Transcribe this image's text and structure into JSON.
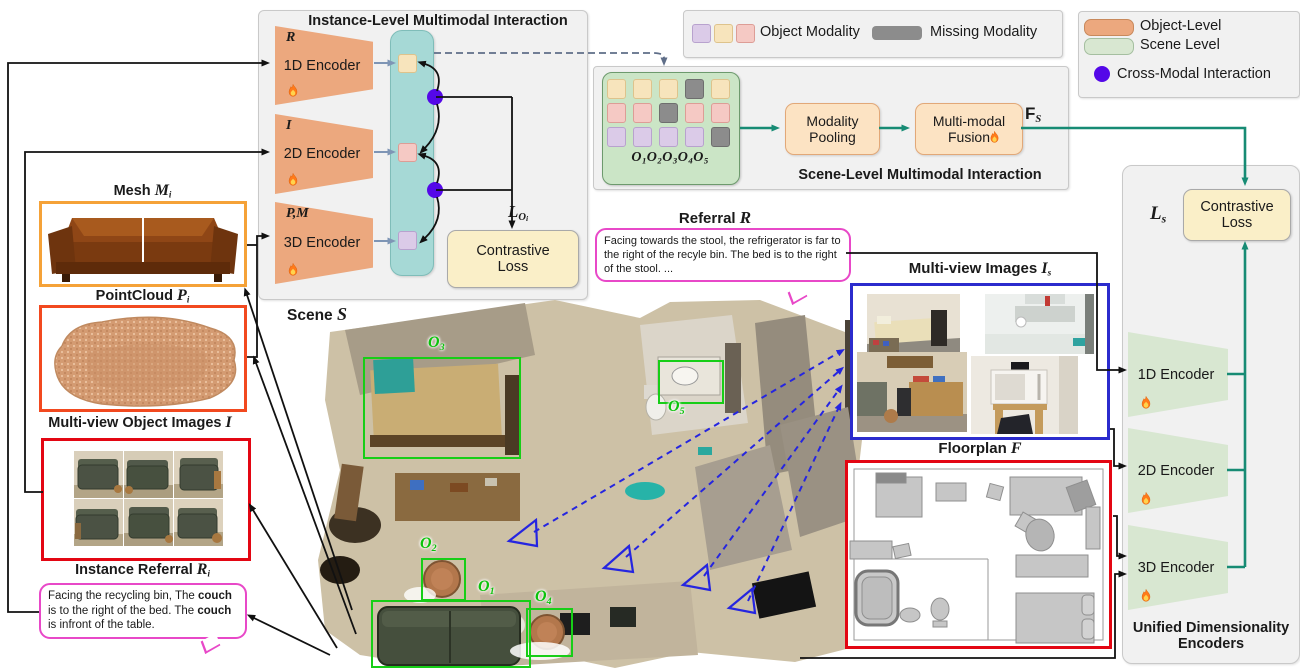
{
  "colors": {
    "object_level": "#ECA87E",
    "scene_level": "#D8E7D1",
    "cross_modal": "#5408E8",
    "modality_cream": "#F7E4BC",
    "modality_pink": "#F5C9C4",
    "modality_lavender": "#DBCBE8",
    "missing_gray": "#8C8C8C",
    "teal_arrow": "#178B74",
    "loss_box": "#FAEFC8",
    "scene_box_green": "#17CE17",
    "camera_blue": "#2525E0",
    "referral_magenta": "#E848C8"
  },
  "instance_panel": {
    "title": "Instance-Level Multimodal Interaction",
    "encoders": [
      {
        "symbol": "R",
        "label": "1D Encoder"
      },
      {
        "symbol": "I",
        "label": "2D Encoder"
      },
      {
        "symbol": "P,M",
        "label": "3D Encoder"
      }
    ],
    "loss_label": "Contrastive Loss",
    "loss_sym": {
      "main": "L",
      "sub": "O",
      "subsub": "i"
    }
  },
  "modality_legend": {
    "object": "Object Modality",
    "missing": "Missing Modality"
  },
  "level_legend": {
    "object": "Object-Level",
    "scene": "Scene Level",
    "cross": "Cross-Modal Interaction"
  },
  "scene_panel": {
    "title": "Scene-Level Multimodal Interaction",
    "pooling": "Modality Pooling",
    "fusion": "Multi-modal Fusion",
    "objects": [
      {
        "m": "O",
        "s": "1"
      },
      {
        "m": "O",
        "s": "2"
      },
      {
        "m": "O",
        "s": "3"
      },
      {
        "m": "O",
        "s": "4"
      },
      {
        "m": "O",
        "s": "5"
      }
    ],
    "feature": {
      "main": "F",
      "sub": "S"
    }
  },
  "left": {
    "mesh_label": "Mesh",
    "mesh_sym": "M",
    "mesh_sub": "i",
    "pc_label": "PointCloud",
    "pc_sym": "P",
    "pc_sub": "i",
    "objimg_label": "Multi-view Object Images",
    "objimg_sym": "I",
    "ref_label": "Instance Referral",
    "ref_sym": "R",
    "ref_sub": "i",
    "bubble": {
      "p1": "Facing the recycling bin, The ",
      "b1": "couch",
      "p2": " is to  the right of the bed. The ",
      "b2": "couch",
      "p3": " is infront of the table."
    }
  },
  "referral": {
    "label": "Referral",
    "sym": "R",
    "text": "Facing towards the stool, the refrigerator is far to the right of the recyle bin. The bed is to the right of the stool. ..."
  },
  "scene": {
    "label": "Scene",
    "sym": "S",
    "boxes": [
      {
        "m": "O",
        "s": "1"
      },
      {
        "m": "O",
        "s": "2"
      },
      {
        "m": "O",
        "s": "3"
      },
      {
        "m": "O",
        "s": "4"
      },
      {
        "m": "O",
        "s": "5"
      }
    ]
  },
  "multiview": {
    "label": "Multi-view Images",
    "sym": "I",
    "sub": "s"
  },
  "floorplan": {
    "label": "Floorplan",
    "sym": "F"
  },
  "right_panel": {
    "loss_sym": {
      "main": "L",
      "sub": "s"
    },
    "loss_label": "Contrastive Loss",
    "encoders": [
      {
        "label": "1D Encoder"
      },
      {
        "label": "2D Encoder"
      },
      {
        "label": "3D Encoder"
      }
    ],
    "caption": "Unified Dimensionality Encoders"
  }
}
